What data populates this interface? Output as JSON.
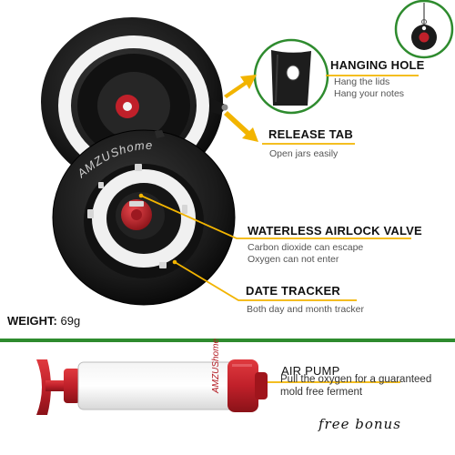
{
  "features": {
    "hanging_hole": {
      "title": "HANGING HOLE",
      "lines": [
        "Hang the lids",
        "Hang your notes"
      ]
    },
    "release_tab": {
      "title": "RELEASE TAB",
      "lines": [
        "Open jars easily"
      ]
    },
    "airlock_valve": {
      "title": "WATERLESS AIRLOCK VALVE",
      "lines": [
        "Carbon dioxide can escape",
        "Oxygen can not enter"
      ]
    },
    "date_tracker": {
      "title": "DATE TRACKER",
      "lines": [
        "Both day and month tracker"
      ]
    },
    "air_pump": {
      "title": "AIR PUMP",
      "lines": [
        "Pull the oxygen for a guaranteed",
        "mold free ferment"
      ]
    }
  },
  "weight": {
    "label": "WEIGHT:",
    "value": "69g"
  },
  "lid_brand": "AMZUShome",
  "pump_brand": "AMZUShome",
  "bonus": "free bonus",
  "colors": {
    "accent_yellow": "#f2b400",
    "divider_green": "#2e8b2e",
    "valve_red": "#c0202a",
    "lid_black": "#1a1a1a"
  }
}
